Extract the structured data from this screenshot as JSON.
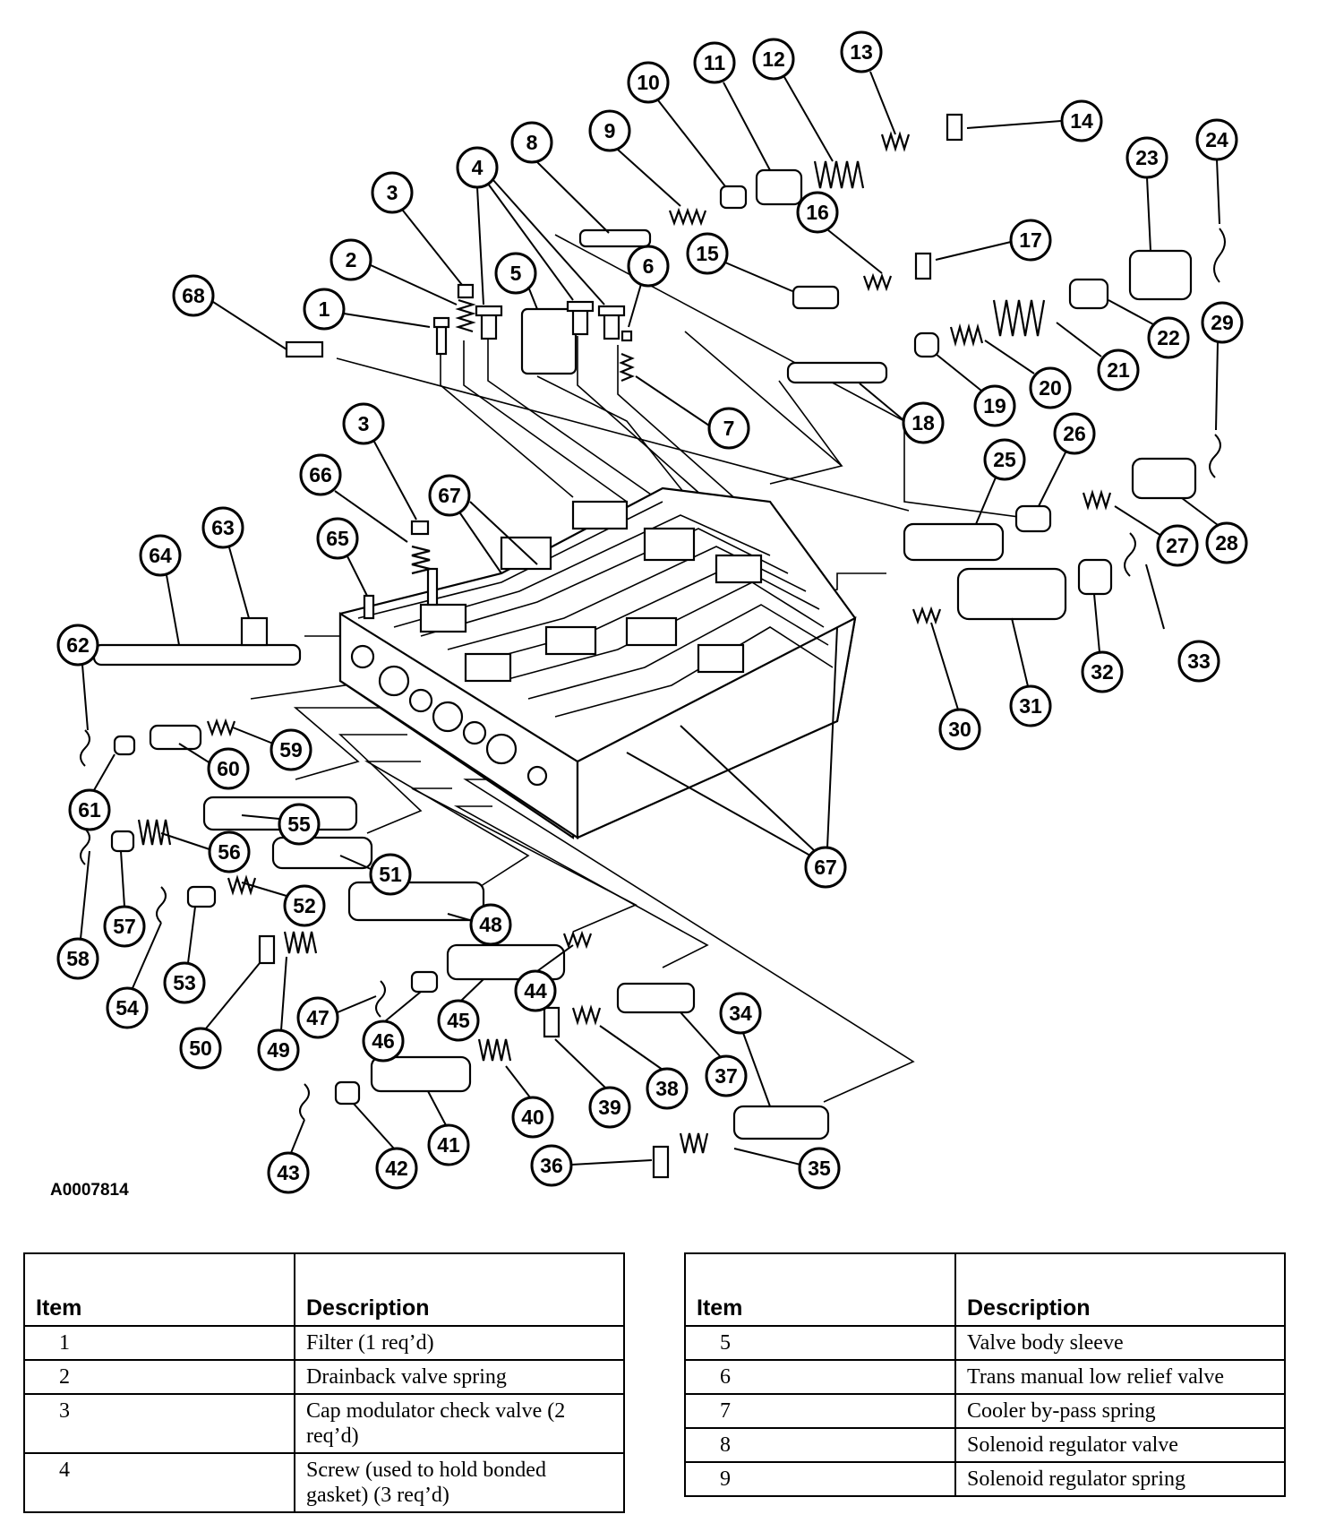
{
  "figure_code": "A0007814",
  "callouts": [
    "1",
    "2",
    "3",
    "3",
    "4",
    "5",
    "6",
    "7",
    "8",
    "9",
    "10",
    "11",
    "12",
    "13",
    "14",
    "15",
    "16",
    "17",
    "18",
    "19",
    "20",
    "21",
    "22",
    "23",
    "24",
    "25",
    "26",
    "27",
    "28",
    "29",
    "30",
    "31",
    "32",
    "33",
    "34",
    "35",
    "36",
    "37",
    "38",
    "39",
    "40",
    "41",
    "42",
    "43",
    "44",
    "45",
    "46",
    "47",
    "48",
    "49",
    "50",
    "51",
    "52",
    "53",
    "54",
    "55",
    "56",
    "57",
    "58",
    "59",
    "60",
    "61",
    "62",
    "63",
    "64",
    "65",
    "66",
    "67",
    "67",
    "68"
  ],
  "table_left": {
    "headers": [
      "Item",
      "Description"
    ],
    "rows": [
      [
        "1",
        "Filter (1 req’d)"
      ],
      [
        "2",
        "Drainback valve spring"
      ],
      [
        "3",
        "Cap modulator check valve (2 req’d)"
      ],
      [
        "4",
        "Screw (used to hold bonded gasket) (3 req’d)"
      ]
    ]
  },
  "table_right": {
    "headers": [
      "Item",
      "Description"
    ],
    "rows": [
      [
        "5",
        "Valve body sleeve"
      ],
      [
        "6",
        "Trans manual low relief valve"
      ],
      [
        "7",
        "Cooler by-pass spring"
      ],
      [
        "8",
        "Solenoid regulator valve"
      ],
      [
        "9",
        "Solenoid regulator spring"
      ]
    ]
  }
}
